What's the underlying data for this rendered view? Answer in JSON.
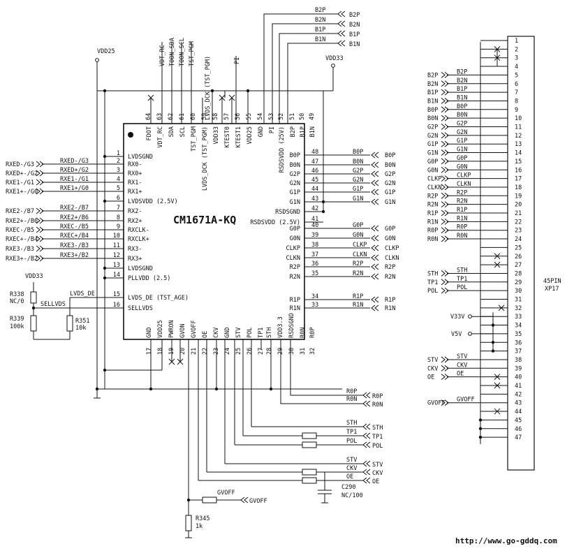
{
  "chip": {
    "part": "CM1671A-KQ",
    "left_pins": [
      {
        "n": "1",
        "name": "LVDSGND"
      },
      {
        "n": "2",
        "name": "RX0-"
      },
      {
        "n": "3",
        "name": "RX0+"
      },
      {
        "n": "4",
        "name": "RX1-"
      },
      {
        "n": "5",
        "name": "RX1+"
      },
      {
        "n": "6",
        "name": "LVDSVDD (2.5V)"
      },
      {
        "n": "7",
        "name": "RX2-"
      },
      {
        "n": "8",
        "name": "RX2+"
      },
      {
        "n": "9",
        "name": "RXCLK-"
      },
      {
        "n": "10",
        "name": "RXCLK+"
      },
      {
        "n": "11",
        "name": "RX3-"
      },
      {
        "n": "12",
        "name": "RX3+"
      },
      {
        "n": "13",
        "name": "LVDSGND"
      },
      {
        "n": "14",
        "name": "PLLVDD (2.5)"
      },
      {
        "n": "15",
        "name": "LVDS_DE (TST_AGE)"
      },
      {
        "n": "16",
        "name": "SELLVDS"
      }
    ],
    "left_nets": [
      "",
      "RXED-/G3",
      "RXED+/G2",
      "RXE1-/G1",
      "RXE1+/G0",
      "",
      "RXE2-/B7",
      "RXE2+/B6",
      "RXEC-/B5",
      "RXEC+/B4",
      "RXE3-/B3",
      "RXE3+/B2",
      "",
      "",
      "",
      ""
    ],
    "right_pins": [
      {
        "n": "48",
        "name": "B0P",
        "net": "B0P"
      },
      {
        "n": "47",
        "name": "B0N",
        "net": "B0N"
      },
      {
        "n": "46",
        "name": "G2P",
        "net": "G2P"
      },
      {
        "n": "45",
        "name": "G2N",
        "net": "G2N"
      },
      {
        "n": "44",
        "name": "G1P",
        "net": "G1P"
      },
      {
        "n": "43",
        "name": "G1N",
        "net": "G1N"
      },
      {
        "n": "42",
        "name": "RSDSGND",
        "net": ""
      },
      {
        "n": "41",
        "name": "RSDSVDD (2.5V)",
        "net": ""
      },
      {
        "n": "40",
        "name": "G0P",
        "net": "G0P"
      },
      {
        "n": "39",
        "name": "G0N",
        "net": "G0N"
      },
      {
        "n": "38",
        "name": "CLKP",
        "net": "CLKP"
      },
      {
        "n": "37",
        "name": "CLKN",
        "net": "CLKN"
      },
      {
        "n": "36",
        "name": "R2P",
        "net": "R2P"
      },
      {
        "n": "35",
        "name": "R2N",
        "net": "R2N"
      },
      {
        "n": "34",
        "name": "R1P",
        "net": "R1P"
      },
      {
        "n": "33",
        "name": "R1N",
        "net": "R1N"
      }
    ],
    "top_pins": [
      {
        "n": "64",
        "name": "FDOT"
      },
      {
        "n": "63",
        "name": "VDT_RC"
      },
      {
        "n": "62",
        "name": "SDA"
      },
      {
        "n": "61",
        "name": "SCL"
      },
      {
        "n": "60",
        "name": "TST_PGM"
      },
      {
        "n": "59",
        "name": "LVDS_DCK (TST_PGM)"
      },
      {
        "n": "58",
        "name": "VDD33"
      },
      {
        "n": "57",
        "name": "KTEST0"
      },
      {
        "n": "56",
        "name": "KTEST1"
      },
      {
        "n": "55",
        "name": "VDD25"
      },
      {
        "n": "54",
        "name": "GND"
      },
      {
        "n": "53",
        "name": "PI"
      },
      {
        "n": "52",
        "name": "RSDSVDD (25V)"
      },
      {
        "n": "51",
        "name": "B2P"
      },
      {
        "n": "50",
        "name": "B1P"
      },
      {
        "n": "49",
        "name": "B1N"
      }
    ],
    "bottom_pins": [
      {
        "n": "17",
        "name": "GND"
      },
      {
        "n": "18",
        "name": "VDD25"
      },
      {
        "n": "19",
        "name": "PWRON"
      },
      {
        "n": "20",
        "name": "GVON"
      },
      {
        "n": "21",
        "name": "GVOFF"
      },
      {
        "n": "22",
        "name": "OE"
      },
      {
        "n": "23",
        "name": "CKV"
      },
      {
        "n": "24",
        "name": "GND"
      },
      {
        "n": "25",
        "name": "STV"
      },
      {
        "n": "26",
        "name": "POL"
      },
      {
        "n": "27",
        "name": "TP1"
      },
      {
        "n": "28",
        "name": "STH"
      },
      {
        "n": "29",
        "name": "VDD3.3"
      },
      {
        "n": "30",
        "name": "RSDSGND"
      },
      {
        "n": "31",
        "name": "R0N"
      },
      {
        "n": "32",
        "name": "R0P"
      }
    ]
  },
  "top_signals": [
    "VDT_RC",
    "TOON_SDA",
    "TOON_SCL",
    "TST_PGM",
    "PI"
  ],
  "top_right_nets": [
    "B2P",
    "B2N",
    "B1P",
    "B1N"
  ],
  "power": {
    "vdd25": "VDD25",
    "vdd33_top": "VDD33",
    "vdd33_left": "VDD33",
    "v33v": "V33V",
    "v5v": "V5V"
  },
  "bottom_right_nets": {
    "rop": "R0P",
    "ron": "R0N",
    "sth": "STH",
    "tp1": "TP1",
    "pol": "POL",
    "stv": "STV",
    "ckv": "CKV",
    "oe": "OE",
    "gvoff": "GVOFF"
  },
  "capacitor": {
    "ref": "C290",
    "value": "NC/100"
  },
  "resistors": [
    {
      "ref": "R338",
      "value": "NC/0"
    },
    {
      "ref": "R339",
      "value": "100k"
    },
    {
      "ref": "R351",
      "value": "10k"
    },
    {
      "ref": "R345",
      "value": "1k"
    }
  ],
  "left_labels": {
    "lvds_de": "LVDS_DE",
    "sellvds": "SELLVDS"
  },
  "connector": {
    "ref": "XP17",
    "title": "45PIN",
    "pins": [
      "1",
      "2",
      "3",
      "4",
      "5",
      "6",
      "7",
      "8",
      "9",
      "10",
      "11",
      "12",
      "13",
      "14",
      "15",
      "16",
      "17",
      "18",
      "19",
      "20",
      "21",
      "22",
      "23",
      "24",
      "25",
      "26",
      "27",
      "28",
      "29",
      "30",
      "31",
      "32",
      "33",
      "34",
      "35",
      "36",
      "37",
      "38",
      "39",
      "40",
      "41",
      "42",
      "43",
      "44",
      "45",
      "46",
      "47"
    ],
    "nets": [
      "",
      "",
      "",
      "",
      "B2P",
      "B2N",
      "B1P",
      "B1N",
      "B0P",
      "B0N",
      "G2P",
      "G2N",
      "G1P",
      "G1N",
      "G0P",
      "G0N",
      "CLKP",
      "CLKN",
      "R2P",
      "R2N",
      "R1P",
      "R1N",
      "R0P",
      "R0N",
      "",
      "",
      "",
      "STH",
      "TP1",
      "POL",
      "",
      "",
      "",
      "",
      "",
      "",
      "",
      "STV",
      "CKV",
      "OE",
      "",
      "",
      "GVOFF",
      "",
      "",
      "",
      ""
    ]
  },
  "url": "http://www.go-gddq.com"
}
